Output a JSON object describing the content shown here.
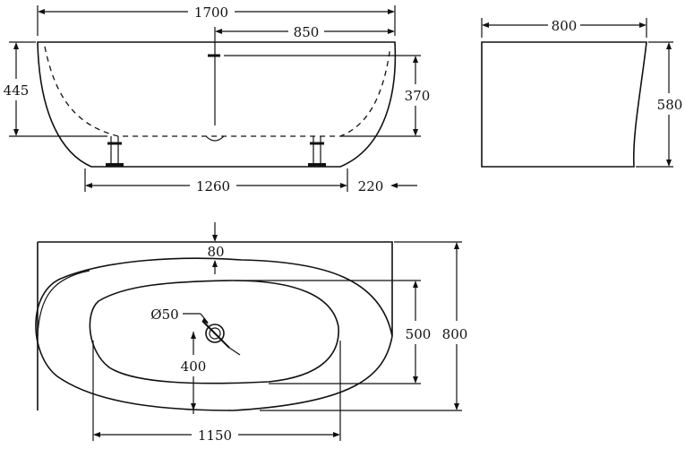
{
  "dimensions": {
    "side_overall_length": "1700",
    "side_center_offset": "850",
    "side_total_height": "445",
    "side_water_depth": "370",
    "side_leg_span": "1260",
    "side_end_offset": "220",
    "end_width": "800",
    "end_height": "580",
    "plan_rim_width": "80",
    "plan_drain_diameter": "Ø50",
    "plan_inner_width": "500",
    "plan_overall_width": "800",
    "plan_drain_offset": "400",
    "plan_inner_length": "1150"
  }
}
